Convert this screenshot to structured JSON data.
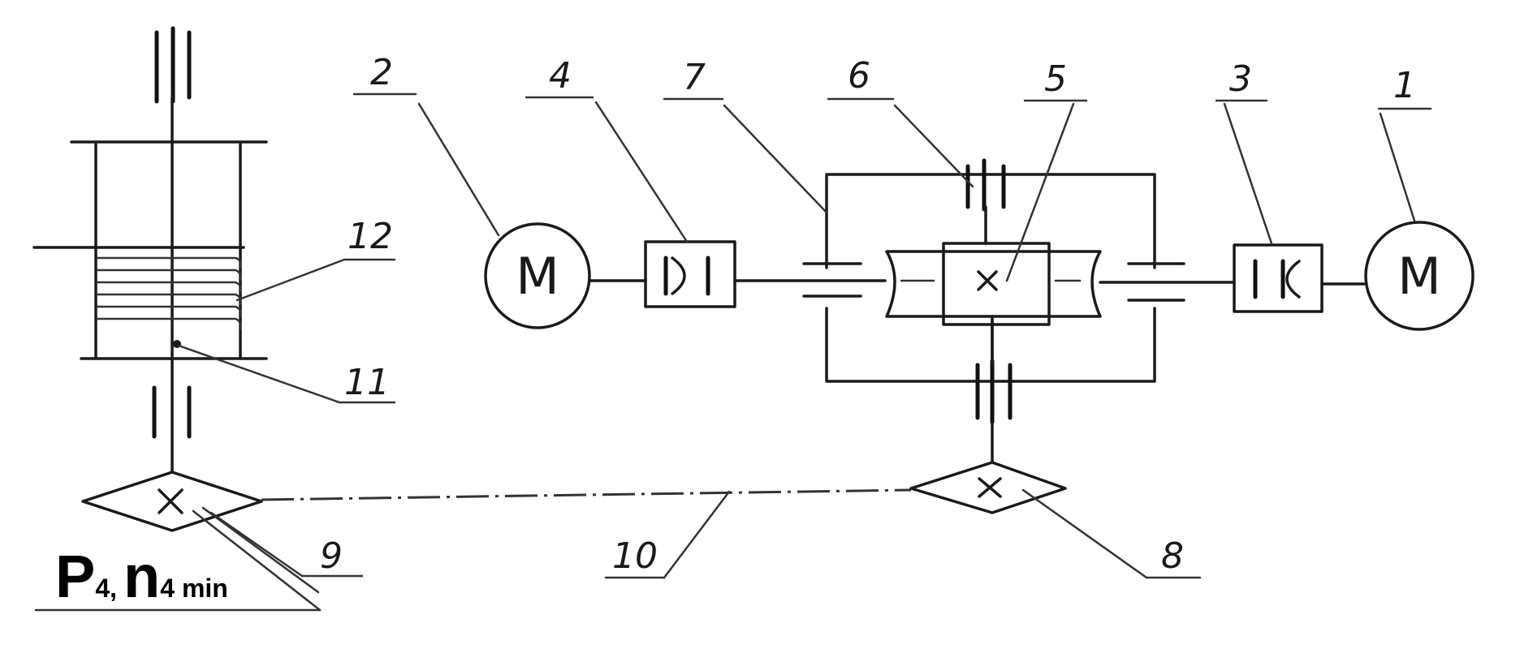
{
  "callouts": {
    "n1": "1",
    "n2": "2",
    "n3": "3",
    "n4": "4",
    "n5": "5",
    "n6": "6",
    "n7": "7",
    "n8": "8",
    "n9": "9",
    "n10": "10",
    "n11": "11",
    "n12": "12"
  },
  "motor_symbol": "M",
  "formula": {
    "p": "P",
    "p_sub": "4,",
    "n": "n",
    "n_sub": "4 min"
  },
  "colors": {
    "ink": "#1a1a1a",
    "paper": "#ffffff"
  }
}
